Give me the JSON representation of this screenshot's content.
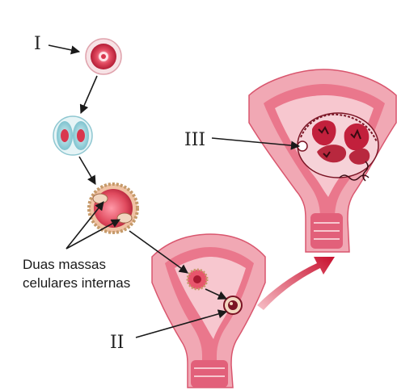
{
  "labels": {
    "stage_one": "I",
    "stage_two": "II",
    "stage_three": "III",
    "inner_masses_line1": "Duas massas",
    "inner_masses_line2": "celulares internas"
  },
  "colors": {
    "uterus_outer": "#f1a8b4",
    "uterus_wall": "#e2607a",
    "uterus_lumen": "#f7c7cf",
    "cell_red": "#d9374e",
    "embryo_dark": "#7a1424",
    "arrow_red": "#d02a44",
    "ink": "#1a1a1a"
  }
}
